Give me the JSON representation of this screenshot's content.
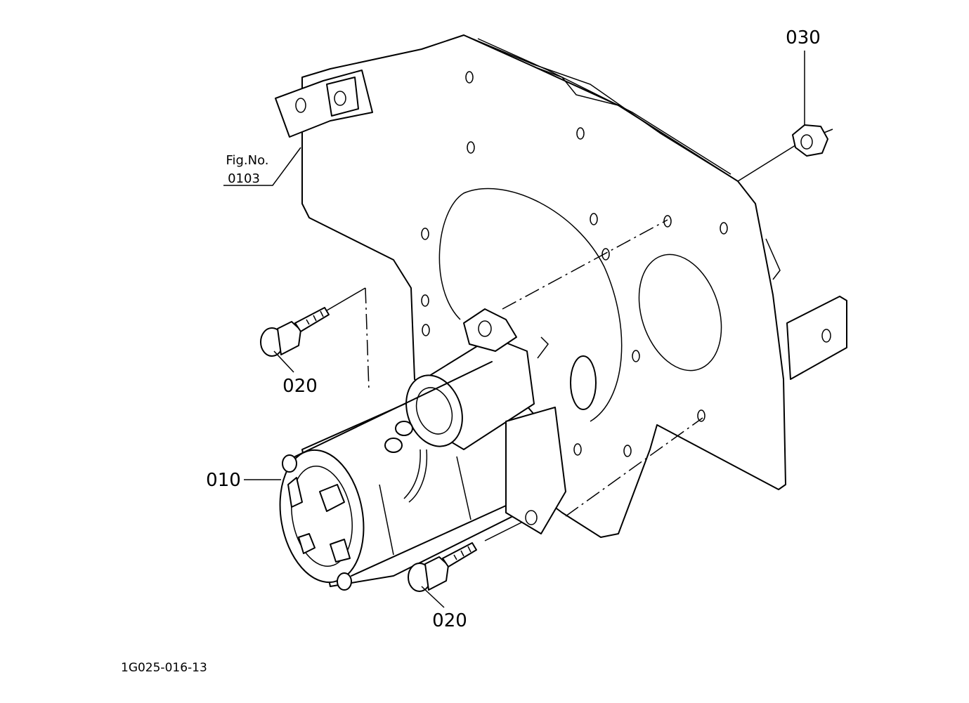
{
  "diagram": {
    "labels": {
      "starter": "010",
      "bolt_upper": "020",
      "bolt_lower": "020",
      "nut": "030"
    },
    "reference": {
      "line1": "Fig.No.",
      "line2": "0103"
    },
    "drawing_code": "1G025-016-13"
  }
}
